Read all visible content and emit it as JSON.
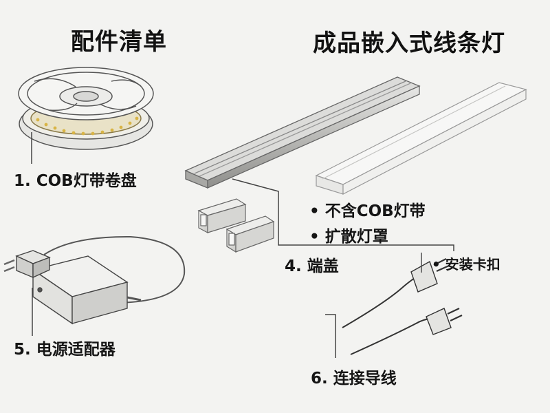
{
  "titles": {
    "left": "配件清单",
    "right": "成品嵌入式线条灯"
  },
  "labels": {
    "reel": "1. COB灯带卷盘",
    "adapter": "5. 电源适配器",
    "no_cob": "不含COB灯带",
    "diffuser": "扩散灯罩",
    "end_cap": "4. 端盖",
    "clips": "安装卡扣",
    "cable": "6. 连接导线"
  }
}
